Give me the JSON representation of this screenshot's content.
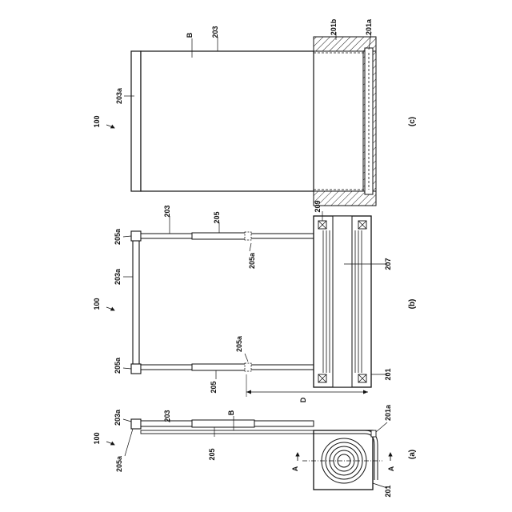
{
  "figure": {
    "captions": {
      "a": "(a)",
      "b": "(b)",
      "c": "(c)"
    },
    "labels": {
      "n100": "100",
      "n201": "201",
      "n201a": "201a",
      "n201b": "201b",
      "n203": "203",
      "n203a": "203a",
      "n205": "205",
      "n205a": "205a",
      "n207": "207",
      "n209": "209",
      "nB": "B",
      "nD": "D",
      "nA": "A"
    }
  }
}
